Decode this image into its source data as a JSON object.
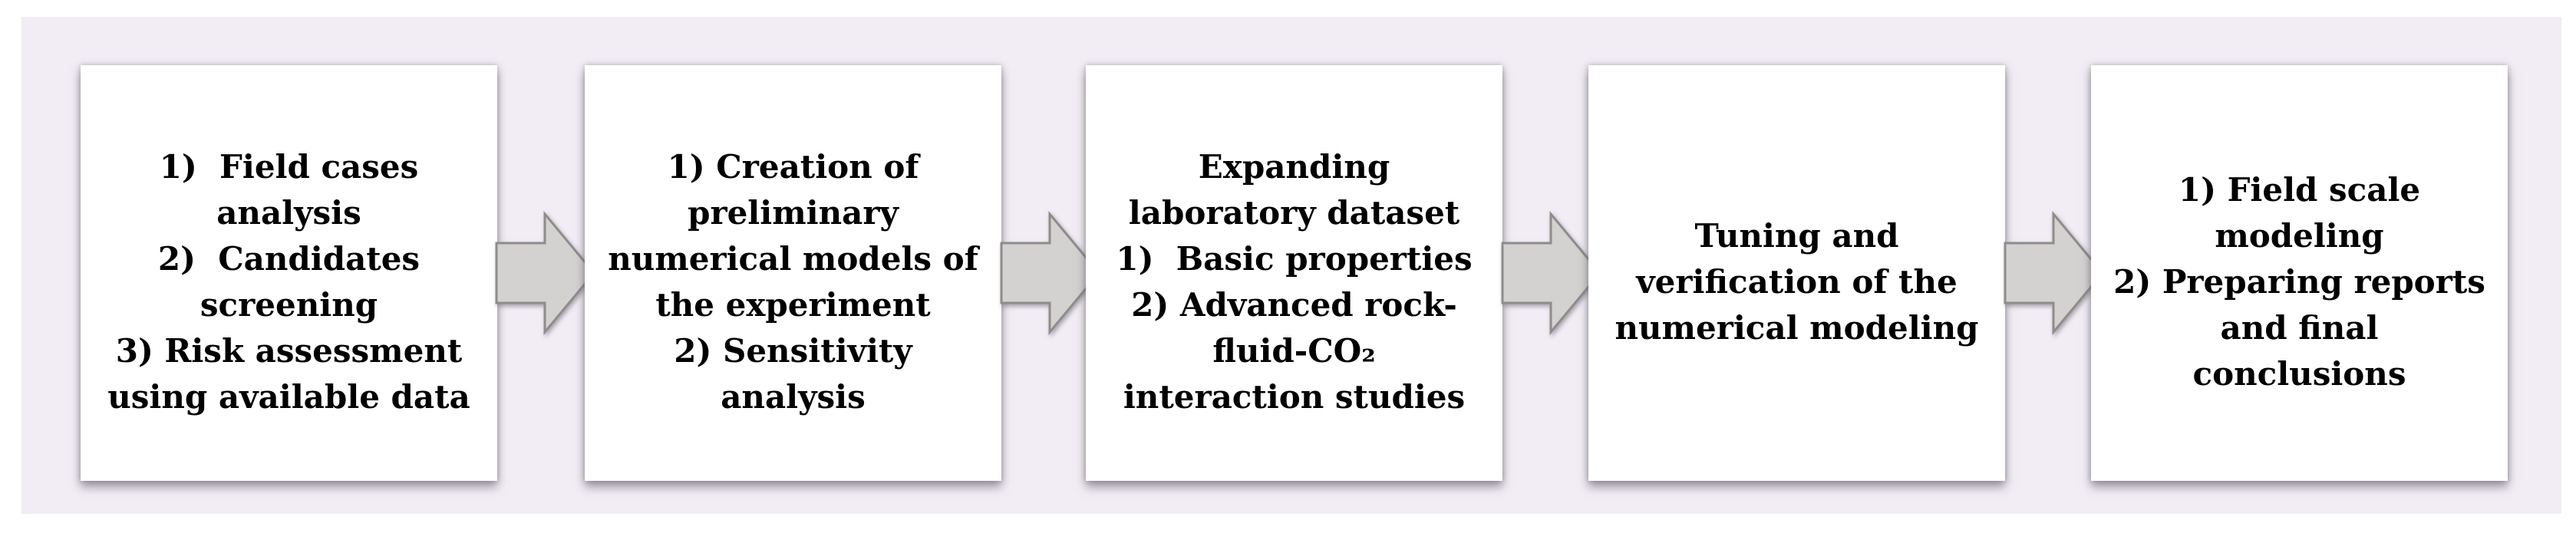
{
  "diagram": {
    "steps": [
      {
        "name": "field-analysis-and-screening",
        "lines": [
          "1)  Field cases",
          "analysis",
          "2)  Candidates",
          "screening",
          "3) Risk assessment",
          "using available data"
        ]
      },
      {
        "name": "preliminary-numerical-models",
        "lines": [
          "1) Creation of",
          "preliminary",
          "numerical models of",
          "the experiment",
          "2) Sensitivity",
          "analysis"
        ]
      },
      {
        "name": "expanding-laboratory-dataset",
        "lines": [
          "Expanding",
          "laboratory dataset",
          "1)  Basic properties",
          "2) Advanced rock-",
          "fluid-CO₂",
          "interaction studies"
        ]
      },
      {
        "name": "tuning-and-verification",
        "lines": [
          "Tuning and",
          "verification of the",
          "numerical modeling"
        ]
      },
      {
        "name": "field-scale-modeling-and-reports",
        "lines": [
          "1) Field scale",
          "modeling",
          "2) Preparing reports",
          "and final",
          "conclusions"
        ]
      }
    ],
    "colors": {
      "background": "#ffffff",
      "panel": "#f2edf5",
      "box": "#ffffff",
      "text": "#000000",
      "arrow_fill": "#d4d1d1",
      "arrow_border": "#8f8c8c"
    }
  }
}
